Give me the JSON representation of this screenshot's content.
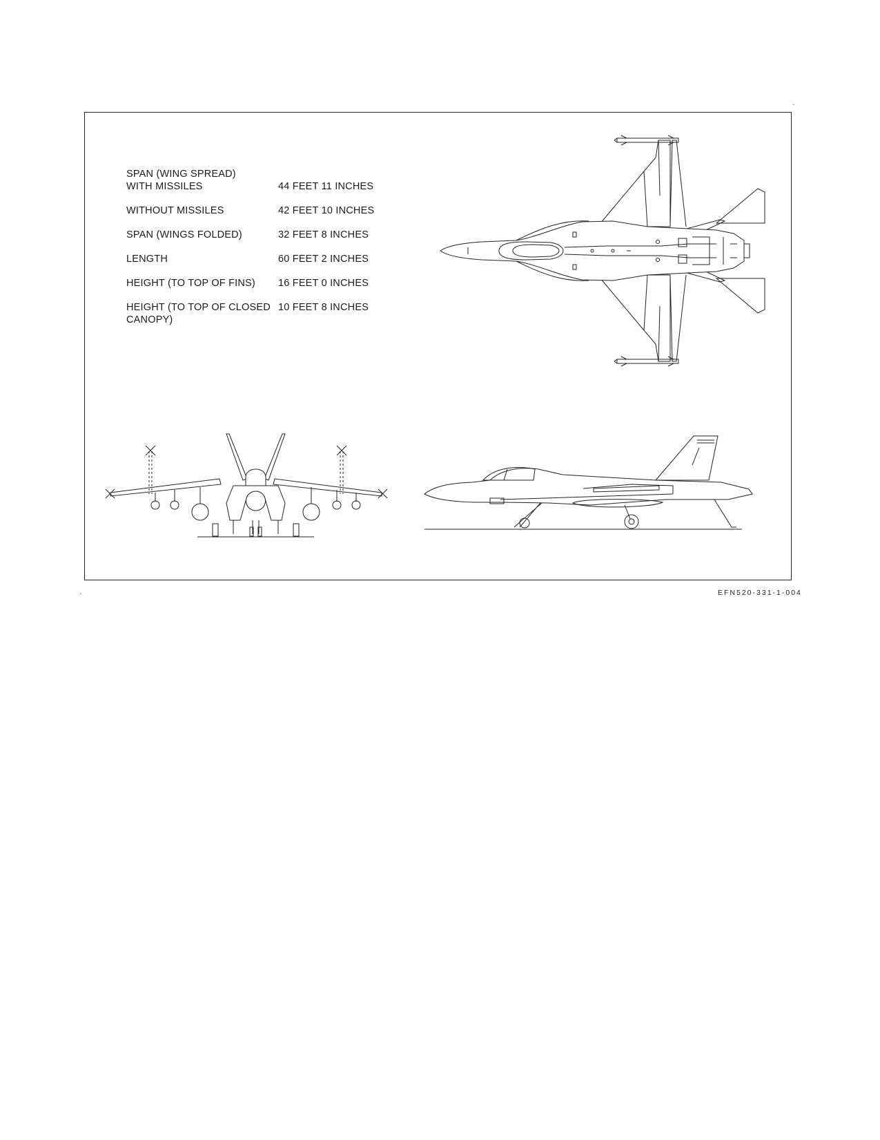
{
  "dimensions": [
    {
      "label": "SPAN (WING SPREAD)\n  WITH MISSILES",
      "value": "44 FEET 11 INCHES"
    },
    {
      "label": "  WITHOUT MISSILES",
      "value": "42 FEET 10 INCHES"
    },
    {
      "label": "SPAN (WINGS FOLDED)",
      "value": "32 FEET 8 INCHES"
    },
    {
      "label": "LENGTH",
      "value": "60 FEET 2 INCHES"
    },
    {
      "label": "HEIGHT (TO TOP OF FINS)",
      "value": "16 FEET 0 INCHES"
    },
    {
      "label": "HEIGHT (TO TOP OF CLOSED\nCANOPY)",
      "value": "10 FEET 8 INCHES"
    }
  ],
  "figure_id": "EFN520-331-1-004"
}
